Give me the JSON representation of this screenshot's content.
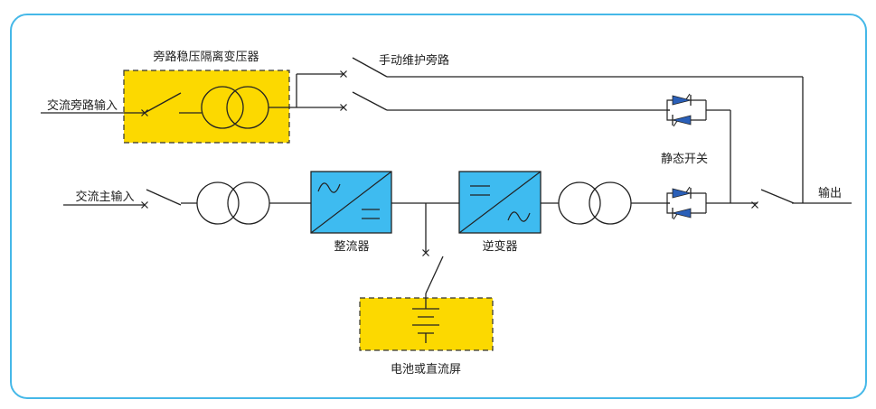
{
  "labels": {
    "bypass_transformer": "旁路稳压隔离变压器",
    "manual_bypass": "手动维护旁路",
    "ac_bypass_input": "交流旁路输入",
    "static_switch": "静态开关",
    "ac_main_input": "交流主输入",
    "output": "输出",
    "rectifier": "整流器",
    "inverter": "逆变器",
    "battery": "电池或直流屏"
  },
  "colors": {
    "frame": "#45b8e8",
    "yellow": "#fcd900",
    "converter_blue": "#3ebbf0",
    "thyristor_blue": "#2a5fb8",
    "line": "#222222"
  },
  "icons": {
    "transformer": "double-circle-transformer-icon",
    "rectifier": "ac-to-dc-converter-icon",
    "inverter": "dc-to-ac-converter-icon",
    "thyristor": "thyristor-pair-icon",
    "battery": "battery-icon"
  }
}
